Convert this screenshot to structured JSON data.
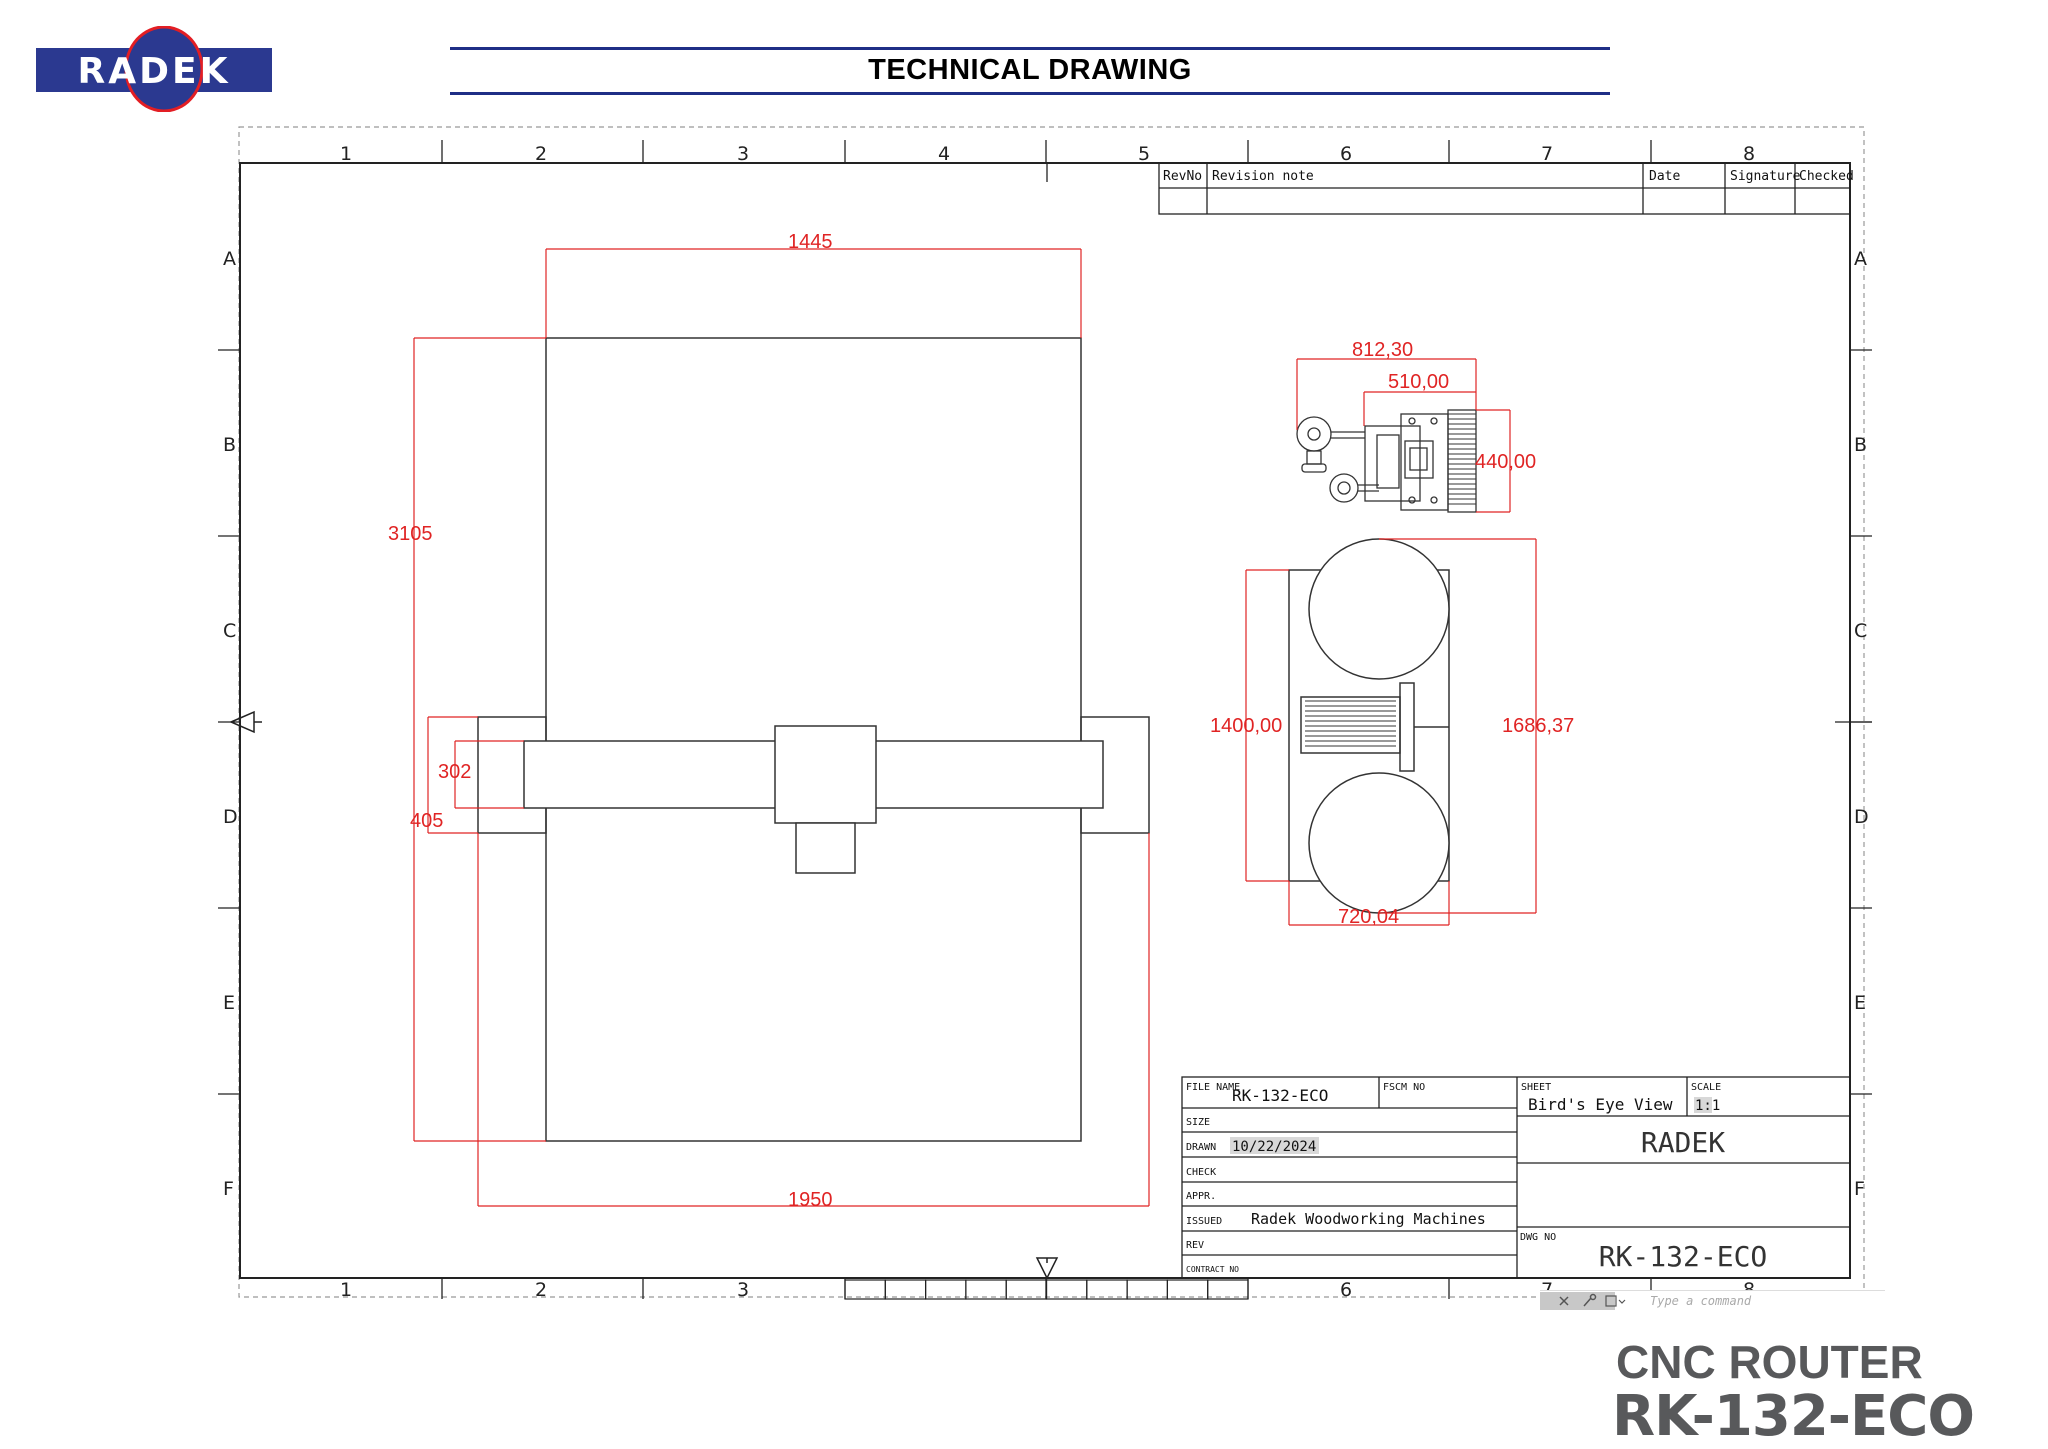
{
  "brand": {
    "logo_text": "RADEK",
    "colors": {
      "logo_blue": "#2b3990",
      "logo_red": "#e31e24",
      "header_rule": "#1f2f86",
      "dimension_red": "#e02424",
      "footer_grey": "#58595b"
    }
  },
  "header": {
    "title": "TECHNICAL DRAWING"
  },
  "border": {
    "column_labels": [
      "1",
      "2",
      "3",
      "4",
      "5",
      "6",
      "7",
      "8"
    ],
    "row_labels": [
      "A",
      "B",
      "C",
      "D",
      "E",
      "F"
    ]
  },
  "revision_table": {
    "headers": [
      "RevNo",
      "Revision note",
      "Date",
      "Signature",
      "Checked"
    ]
  },
  "dimensions": {
    "machine_width": "1445",
    "machine_length": "3105",
    "gantry_inner": "302",
    "gantry_outer": "405",
    "overall_width": "1950",
    "pump_width": "812,30",
    "pump_inner": "510,00",
    "pump_depth": "440,00",
    "collector_height": "1400,00",
    "collector_overall": "1686,37",
    "collector_width": "720,04"
  },
  "title_block": {
    "file_name_label": "FILE NAME",
    "file_name": "RK-132-ECO",
    "fscm_label": "FSCM NO",
    "sheet_label": "SHEET",
    "sheet": "Bird's Eye View",
    "scale_label": "SCALE",
    "scale": "1:1",
    "size_label": "SIZE",
    "drawn_label": "DRAWN",
    "drawn": "10/22/2024",
    "check_label": "CHECK",
    "appr_label": "APPR.",
    "issued_label": "ISSUED",
    "issued": "Radek Woodworking Machines",
    "rev_label": "REV",
    "contract_label": "CONTRACT NO",
    "company": "RADEK",
    "dwg_no_label": "DWG NO",
    "dwg_no": "RK-132-ECO"
  },
  "command_line": {
    "placeholder": "Type a command"
  },
  "footer": {
    "title": "CNC ROUTER",
    "model": "RK-132-ECO"
  }
}
